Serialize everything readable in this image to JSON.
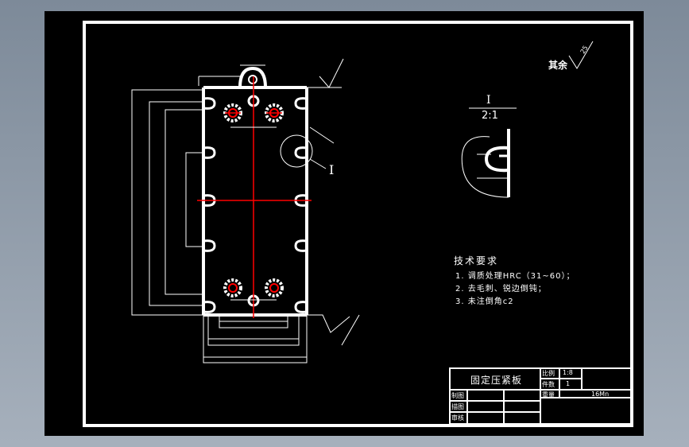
{
  "roughness_default": {
    "symbol_text": "其余",
    "value": "25"
  },
  "detail_view": {
    "label": "I",
    "scale": "2:1"
  },
  "callout_label": "I",
  "technical_requirements": {
    "title": "技术要求",
    "items": [
      "1. 调质处理HRC（31~60）；",
      "2. 去毛刺、锐边倒钝；",
      "3. 未注倒角c2"
    ]
  },
  "title_block": {
    "part_name": "固定压紧板",
    "scale_label": "比例",
    "scale_value": "1:8",
    "quantity_label": "件数",
    "quantity_value": "1",
    "weight_label": "重量",
    "material": "16Mn",
    "drawn_label": "制图",
    "designed_label": "描图",
    "checked_label": "审核"
  },
  "colors": {
    "background": "#000000",
    "lines": "#ffffff",
    "centerline": "#ff0000",
    "frame_outer": "#8e9aa8"
  }
}
